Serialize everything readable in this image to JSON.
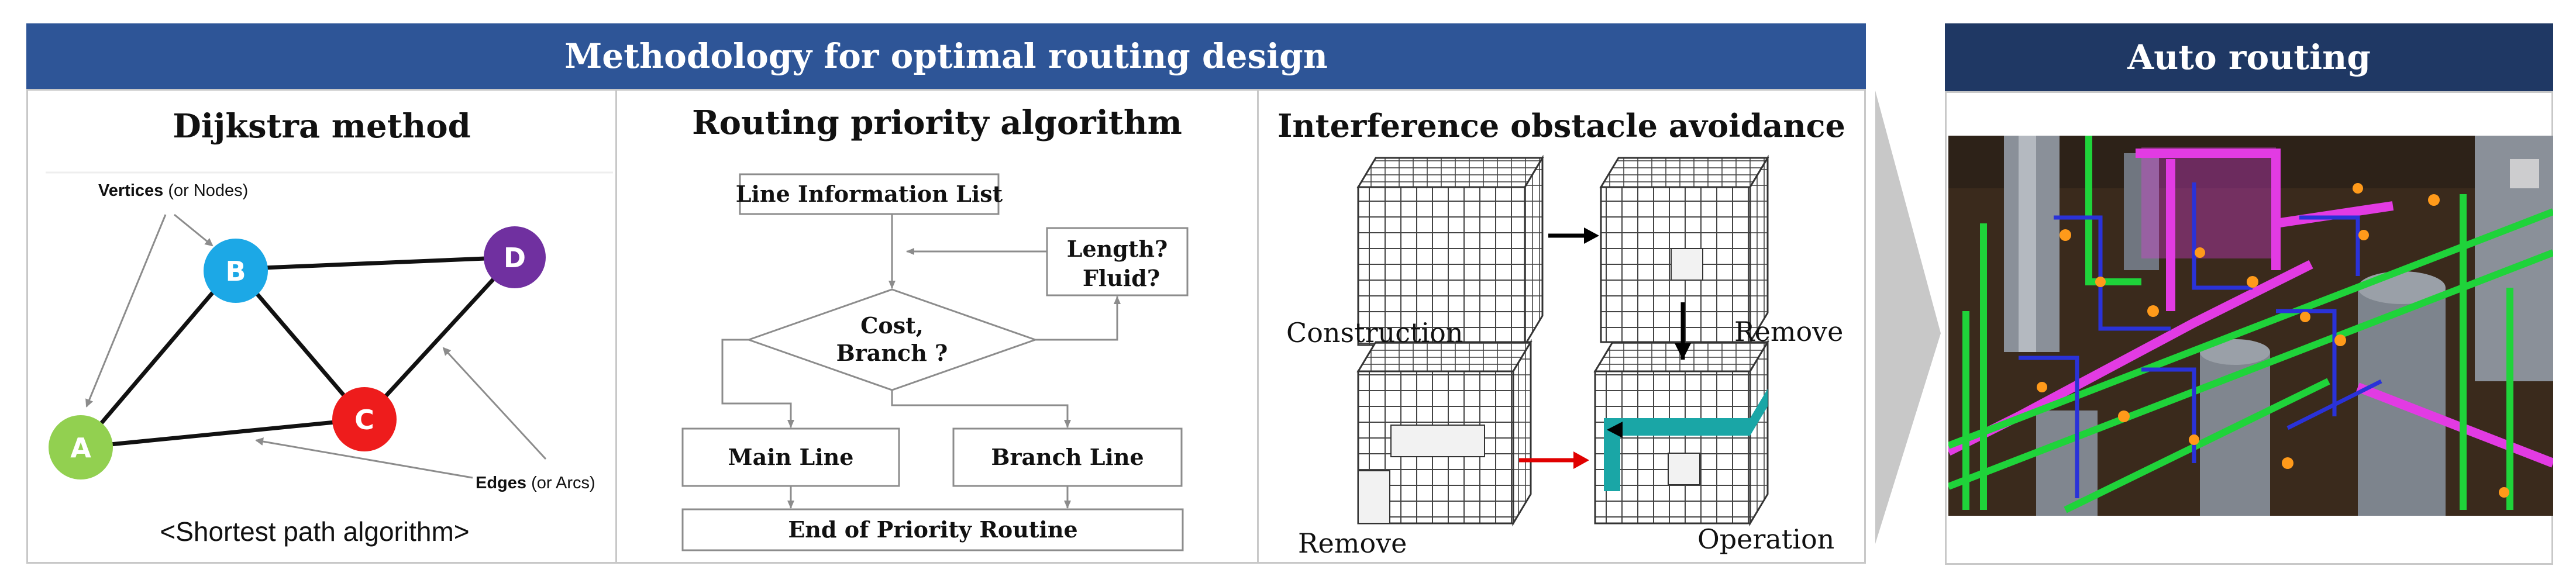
{
  "main_banner": "Methodology for optimal routing design",
  "auto_banner": "Auto routing",
  "dijkstra": {
    "title": "Dijkstra method",
    "vertices_label": "Vertices",
    "vertices_alt": " (or Nodes)",
    "edges_label": "Edges",
    "edges_alt": " (or Arcs)",
    "nodes": [
      "A",
      "B",
      "C",
      "D"
    ],
    "caption": "<Shortest path algorithm>",
    "colors": {
      "A": "#92d050",
      "B": "#1ca8e6",
      "C": "#ee1c1c",
      "D": "#7030a0"
    }
  },
  "priority": {
    "title": "Routing priority algorithm",
    "line_info": "Line Information List",
    "length_fluid": [
      "Length?",
      "Fluid?"
    ],
    "decision": [
      "Cost,",
      "Branch ?"
    ],
    "main_line": "Main Line",
    "branch_line": "Branch Line",
    "end": "End of Priority Routine"
  },
  "interference": {
    "title": "Interference obstacle avoidance",
    "construction": "Construction",
    "remove_1": "Remove",
    "remove_2": "Remove",
    "operation": "Operation"
  },
  "auto_routing": {
    "image": "3d-plant-piping-model",
    "colors": {
      "background": "#3a2a1c",
      "pipe_green": "#1fd33a",
      "pipe_magenta": "#e23be3",
      "pipe_blue": "#2a32d8",
      "vessel": "#8a9099"
    }
  }
}
